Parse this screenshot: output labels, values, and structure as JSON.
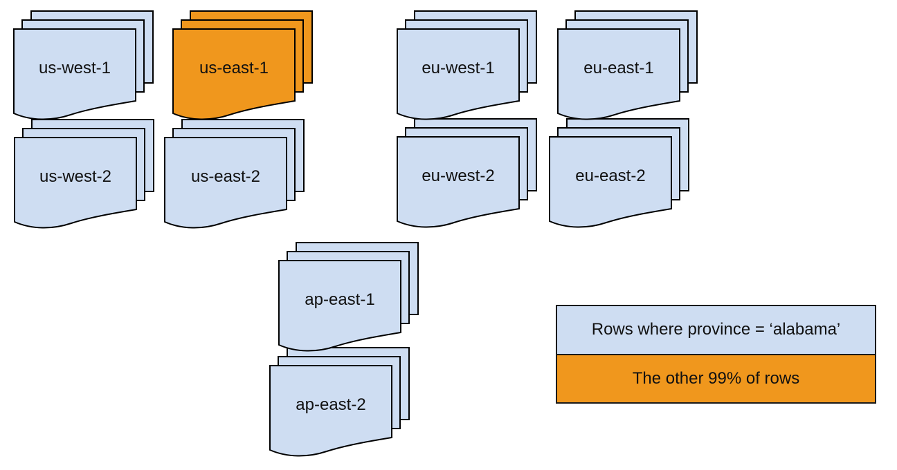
{
  "colors": {
    "document_blue": "#CEDDF2",
    "document_orange": "#F0971D",
    "shape_stroke": "#000000",
    "legend_border": "#1A1A1A",
    "text": "#111111",
    "background": "#FFFFFF"
  },
  "stacks": [
    {
      "id": "us-west-1",
      "label": "us-west-1",
      "color": "#CEDDF2"
    },
    {
      "id": "us-east-1",
      "label": "us-east-1",
      "color": "#F0971D"
    },
    {
      "id": "eu-west-1",
      "label": "eu-west-1",
      "color": "#CEDDF2"
    },
    {
      "id": "eu-east-1",
      "label": "eu-east-1",
      "color": "#CEDDF2"
    },
    {
      "id": "us-west-2",
      "label": "us-west-2",
      "color": "#CEDDF2"
    },
    {
      "id": "us-east-2",
      "label": "us-east-2",
      "color": "#CEDDF2"
    },
    {
      "id": "eu-west-2",
      "label": "eu-west-2",
      "color": "#CEDDF2"
    },
    {
      "id": "eu-east-2",
      "label": "eu-east-2",
      "color": "#CEDDF2"
    },
    {
      "id": "ap-east-1",
      "label": "ap-east-1",
      "color": "#CEDDF2"
    },
    {
      "id": "ap-east-2",
      "label": "ap-east-2",
      "color": "#CEDDF2"
    }
  ],
  "legend": {
    "items": [
      {
        "label": "Rows where province = ‘alabama’",
        "color": "#CEDDF2"
      },
      {
        "label": "The other 99% of rows",
        "color": "#F0971D"
      }
    ]
  },
  "icons": {
    "document_stack": "document-stack-icon"
  }
}
